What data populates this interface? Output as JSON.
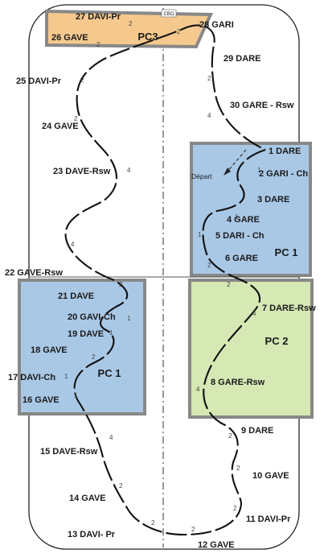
{
  "zones": [
    {
      "id": "pc3",
      "label": "PC3",
      "color": "#f5c98d"
    },
    {
      "id": "pc1-right",
      "label": "PC 1",
      "color": "#a9c8e6"
    },
    {
      "id": "pc1-left",
      "label": "PC 1",
      "color": "#a9c8e6"
    },
    {
      "id": "pc2",
      "label": "PC 2",
      "color": "#d6e8b4"
    }
  ],
  "start_label": "Départ",
  "cbo_label": "CBO",
  "stations": {
    "s1": "1 DARE",
    "s2": "2 GARI - Ch",
    "s3": "3 DARE",
    "s4": "4 GARE",
    "s5": "5 DARI - Ch",
    "s6": "6 GARE",
    "s7": "7 DARE-Rsw",
    "s8": "8 GARE-Rsw",
    "s9": "9 DARE",
    "s10": "10 GAVE",
    "s11": "11 DAVI-Pr",
    "s12": "12 GAVE",
    "s13": "13 DAVI- Pr",
    "s14": "14 GAVE",
    "s15": "15 DAVE-Rsw",
    "s16": "16 GAVE",
    "s17": "17 DAVI-Ch",
    "s18": "18 GAVE",
    "s19": "19 DAVE",
    "s20": "20 GAVI-Ch",
    "s21": "21 DAVE",
    "s22": "22 GAVE-Rsw",
    "s23": "23 DAVE-Rsw",
    "s24": "24 GAVE",
    "s25": "25 DAVI-Pr",
    "s26": "26 GAVE",
    "s27": "27 DAVI-Pr",
    "s28": "28 GARI",
    "s29": "29 DARE",
    "s30": "30 GARE - Rsw"
  },
  "strides": {
    "t1": "1",
    "t2": "2",
    "t4": "4"
  }
}
